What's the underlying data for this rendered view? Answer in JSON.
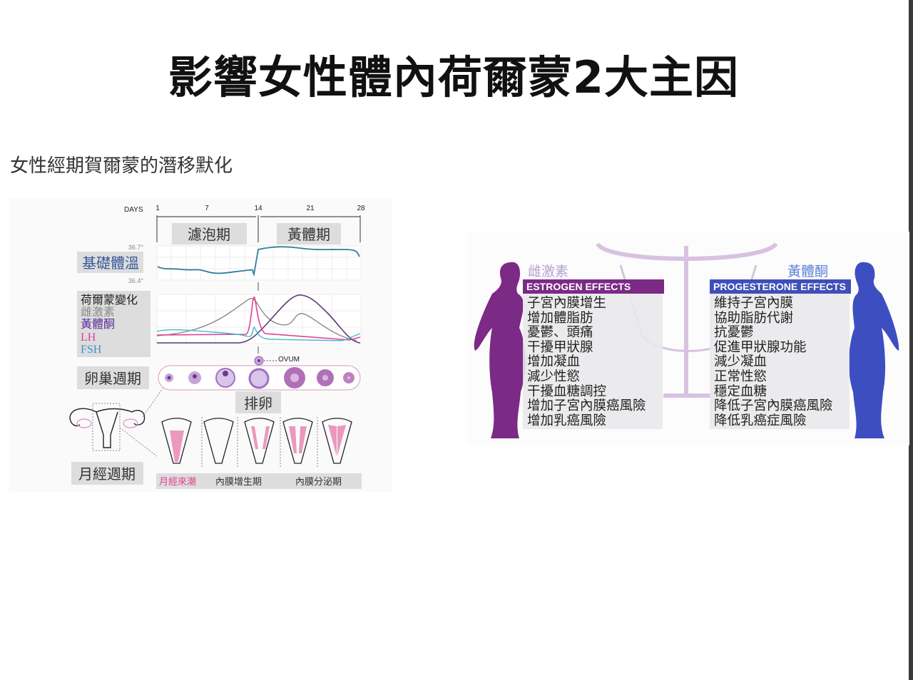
{
  "slide": {
    "title": "影響女性體內荷爾蒙2大主因",
    "subtitle": "女性經期賀爾蒙的潛移默化"
  },
  "cycle_diagram": {
    "days_label": "DAYS",
    "day_ticks": [
      "1",
      "7",
      "14",
      "21",
      "28"
    ],
    "phases": [
      "濾泡期",
      "黃體期"
    ],
    "bbt_label": "基礎體溫",
    "temp_high": "36.7°",
    "temp_low": "36.4°",
    "hormone_title": "荷爾蒙變化",
    "hormones": [
      {
        "name": "雌激素",
        "color": "#8a8a8a"
      },
      {
        "name": "黃體酮",
        "color": "#5a2a9a"
      },
      {
        "name": "LH",
        "color": "#e0418f"
      },
      {
        "name": "FSH",
        "color": "#3f8fd0"
      }
    ],
    "ovum_label": "OVUM",
    "ovarian_label": "卵巢週期",
    "ovulation_label": "排卵",
    "menstrual_label": "月經週期",
    "menstrual_phases": [
      "月經來潮",
      "內膜增生期",
      "內膜分泌期"
    ]
  },
  "effects_diagram": {
    "estrogen": {
      "label": "雌激素",
      "header": "ESTROGEN EFFECTS",
      "color": "#7b2a86",
      "items": [
        "子宮內膜增生",
        "增加體脂肪",
        "憂鬱、頭痛",
        "干擾甲狀腺",
        "增加凝血",
        "減少性慾",
        "干擾血糖調控",
        "增加子宮內膜癌風險",
        "增加乳癌風險"
      ]
    },
    "progesterone": {
      "label": "黃體酮",
      "header": "PROGESTERONE  EFFECTS",
      "color": "#3f4fb8",
      "items": [
        "維持子宮內膜",
        "協助脂肪代謝",
        "抗憂鬱",
        "促進甲狀腺功能",
        "減少凝血",
        "正常性慾",
        "穩定血糖",
        "降低子宮內膜癌風險",
        "降低乳癌症風險"
      ]
    }
  }
}
